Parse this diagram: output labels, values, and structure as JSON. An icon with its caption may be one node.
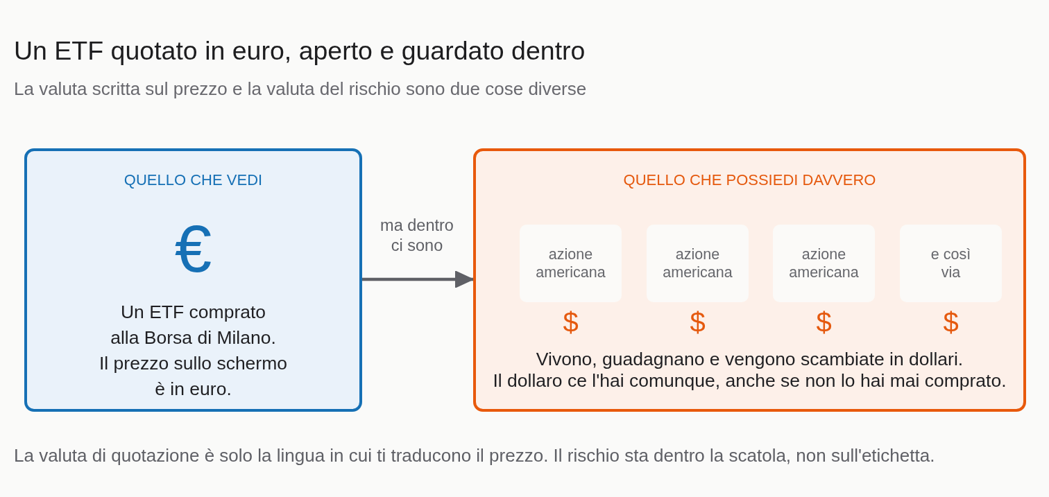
{
  "diagram": {
    "title": "Un ETF quotato in euro, aperto e guardato dentro",
    "labels": [
      "La valuta scritta sul prezzo e la valuta del rischio sono due cose diverse"
    ],
    "caption": "La valuta di quotazione è solo la lingua in cui ti traducono il prezzo. Il rischio sta dentro la scatola, non sull'etichetta.",
    "nodes": [
      {
        "text": [
          "QUELLO CHE VEDI",
          "€",
          "Un ETF comprato alla Borsa di Milano.",
          "Il prezzo sullo schermo è in euro."
        ]
      },
      {
        "text": [
          "QUELLO CHE POSSIEDI DAVVERO",
          "Vivono, guadagnano e vengono scambiate in dollari.",
          "Il dollaro ce l'hai comunque, anche se non lo hai mai comprato."
        ]
      },
      {
        "text": [
          "azione americana"
        ],
        "in": 1,
        "beside": [
          "$"
        ]
      },
      {
        "text": [
          "azione americana"
        ],
        "in": 1,
        "beside": [
          "$"
        ]
      },
      {
        "text": [
          "azione americana"
        ],
        "in": 1,
        "beside": [
          "$"
        ]
      },
      {
        "text": [
          "e così via"
        ],
        "in": 1,
        "beside": [
          "$"
        ]
      }
    ],
    "edges": [
      {
        "from": 0,
        "to": 1,
        "arrow": "to",
        "label": "ma dentro ci sono"
      }
    ]
  }
}
